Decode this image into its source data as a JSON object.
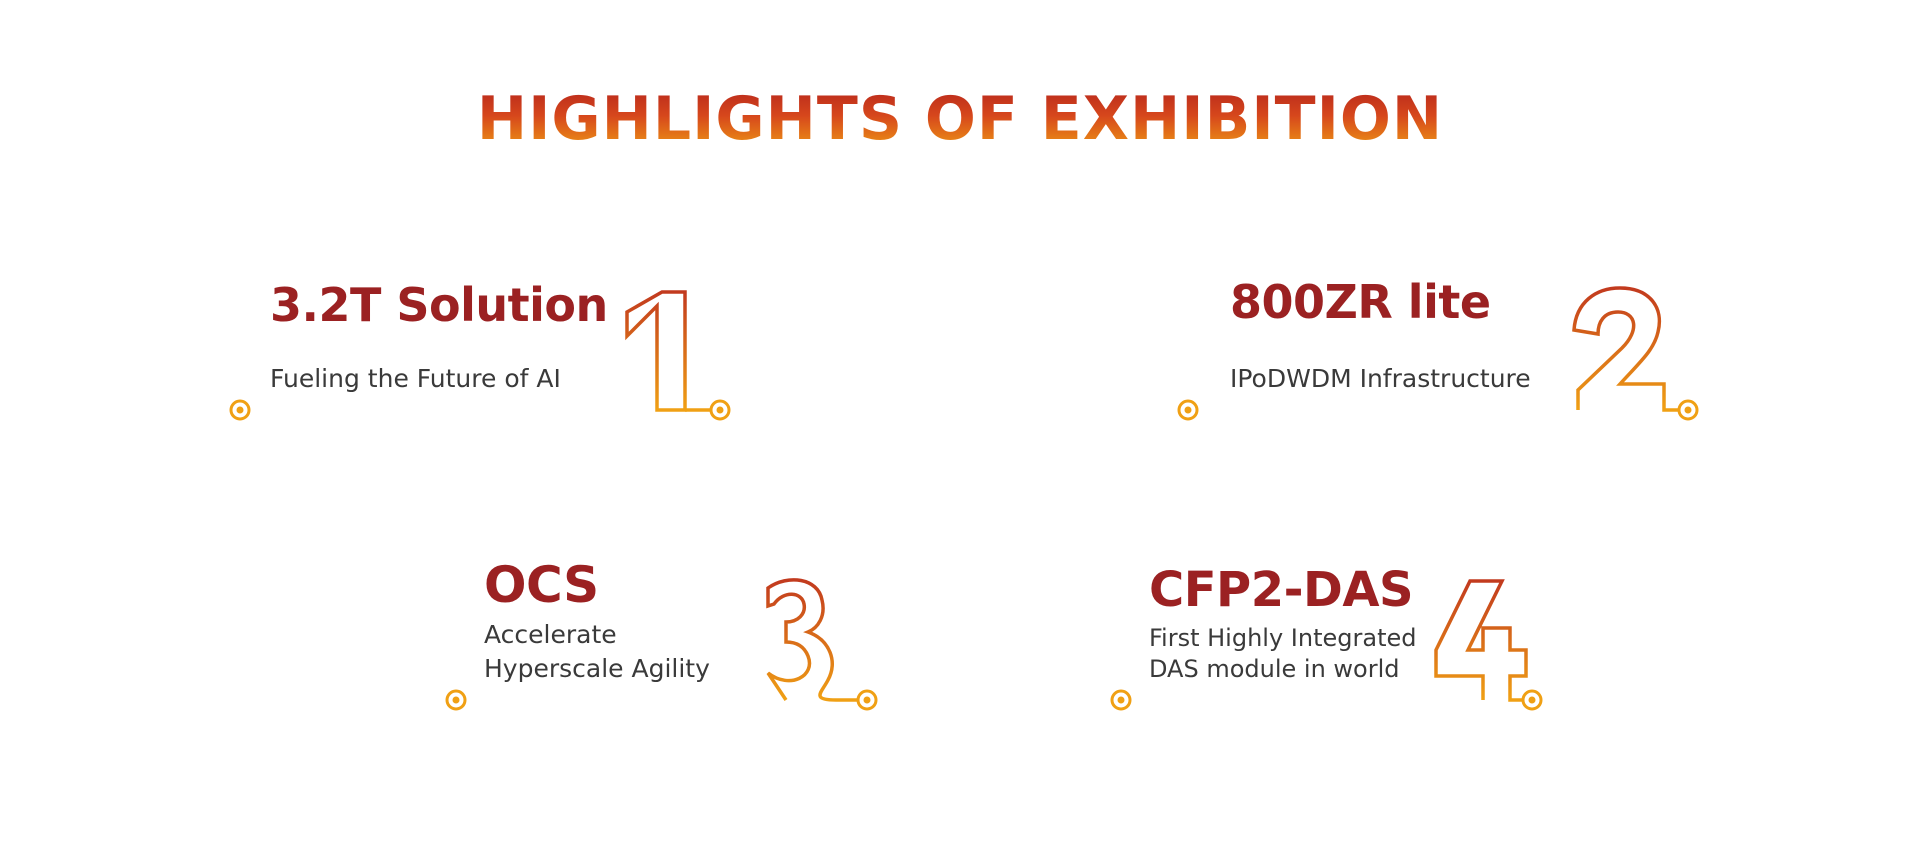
{
  "page": {
    "title": "HIGHLIGHTS OF EXHIBITION"
  },
  "highlights": [
    {
      "title": "3.2T Solution",
      "subtitle_lines": [
        "Fueling the Future of AI"
      ],
      "numeral": "1"
    },
    {
      "title": "800ZR lite",
      "subtitle_lines": [
        "IPoDWDM Infrastructure"
      ],
      "numeral": "2"
    },
    {
      "title": "OCS",
      "subtitle_lines": [
        "Accelerate",
        "Hyperscale Agility"
      ],
      "numeral": "3"
    },
    {
      "title": "CFP2-DAS",
      "subtitle_lines": [
        "First Highly Integrated",
        "DAS module in world"
      ],
      "numeral": "4"
    }
  ],
  "colors": {
    "title_gradient_top": "#b4241d",
    "title_gradient_bottom": "#f0a014",
    "card_title": "#9b2122",
    "line_gradient_start": "#f0a014",
    "line_gradient_end": "#c23a1e",
    "subtitle_text": "#3a3a3a"
  }
}
